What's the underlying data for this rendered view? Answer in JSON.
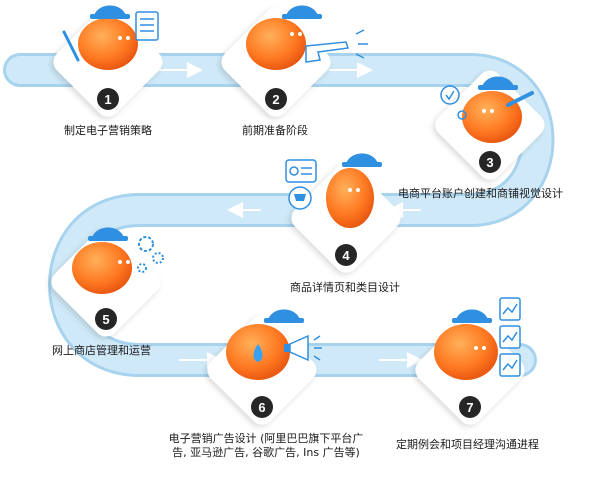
{
  "colors": {
    "track": "#c8e6f7",
    "track_edge": "#a7d3ee",
    "arrow": "#ffffff",
    "tile": "#ffffff",
    "tile_shadow": "#d9d9d9",
    "blob_light": "#ff9a3d",
    "blob_dark": "#f05a14",
    "cap": "#2f8fe0",
    "badge": "#262626",
    "badge_text": "#ffffff"
  },
  "steps": [
    {
      "number": "1",
      "label": "制定电子营销策略",
      "icon": "checklist-and-pencil-icon"
    },
    {
      "number": "2",
      "label": "前期准备阶段",
      "icon": "pointing-hand-icon"
    },
    {
      "number": "3",
      "label": "电商平台账户创建和商铺视觉设计",
      "icon": "checkmark-and-pen-icon"
    },
    {
      "number": "4",
      "label": "商品详情页和类目设计",
      "icon": "shopping-cart-and-list-icon"
    },
    {
      "number": "5",
      "label": "网上商店管理和运营",
      "icon": "gears-icon"
    },
    {
      "number": "6",
      "label_line1": "电子营销广告设计 (阿里巴巴旗下平台广",
      "label_line2": "告, 亚马逊广告, 谷歌广告, Ins 广告等)",
      "icon": "megaphone-icon"
    },
    {
      "number": "7",
      "label": "定期例会和项目经理沟通进程",
      "icon": "chart-documents-icon"
    }
  ]
}
